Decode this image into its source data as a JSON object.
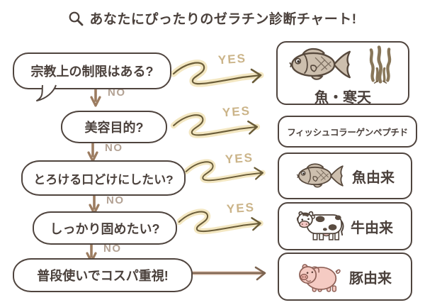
{
  "title": {
    "icon": "magnifier-icon",
    "text": "あなたにぴったりのゼラチン診断チャート!"
  },
  "labels": {
    "yes": "YES",
    "no": "NO"
  },
  "palette": {
    "ink": "#4b413c",
    "yes_text": "#cbb489",
    "yes_glow": "#f3e7c2",
    "yes_line": "#6a5c38",
    "no_text": "#b3a294",
    "no_arrow": "#9c7c60",
    "shadow_hatch": "#cfc1b1",
    "fish_body": "#cdbfae",
    "seaweed": "#887659",
    "cow_spot": "#5a4c41",
    "pig_body": "#f5cbc3"
  },
  "flow": {
    "rows": [
      {
        "question": "宗教上の制限はある?",
        "connector": "YES",
        "result": {
          "label": "魚・寒天",
          "icons": [
            "fish-icon",
            "seaweed-icon"
          ]
        }
      },
      {
        "question": "美容目的?",
        "connector": "YES",
        "result": {
          "label": "フィッシュコラーゲンペプチド",
          "icons": []
        }
      },
      {
        "question": "とろける口どけにしたい?",
        "connector": "YES",
        "result": {
          "label": "魚由来",
          "icons": [
            "fish-icon"
          ]
        }
      },
      {
        "question": "しっかり固めたい?",
        "connector": "YES",
        "result": {
          "label": "牛由来",
          "icons": [
            "cow-icon"
          ]
        }
      },
      {
        "question": "普段使いでコスパ重視!",
        "connector": "arrow-only",
        "result": {
          "label": "豚由来",
          "icons": [
            "pig-icon"
          ]
        }
      }
    ],
    "no_connectors": [
      "NO",
      "NO",
      "NO",
      "NO"
    ]
  }
}
